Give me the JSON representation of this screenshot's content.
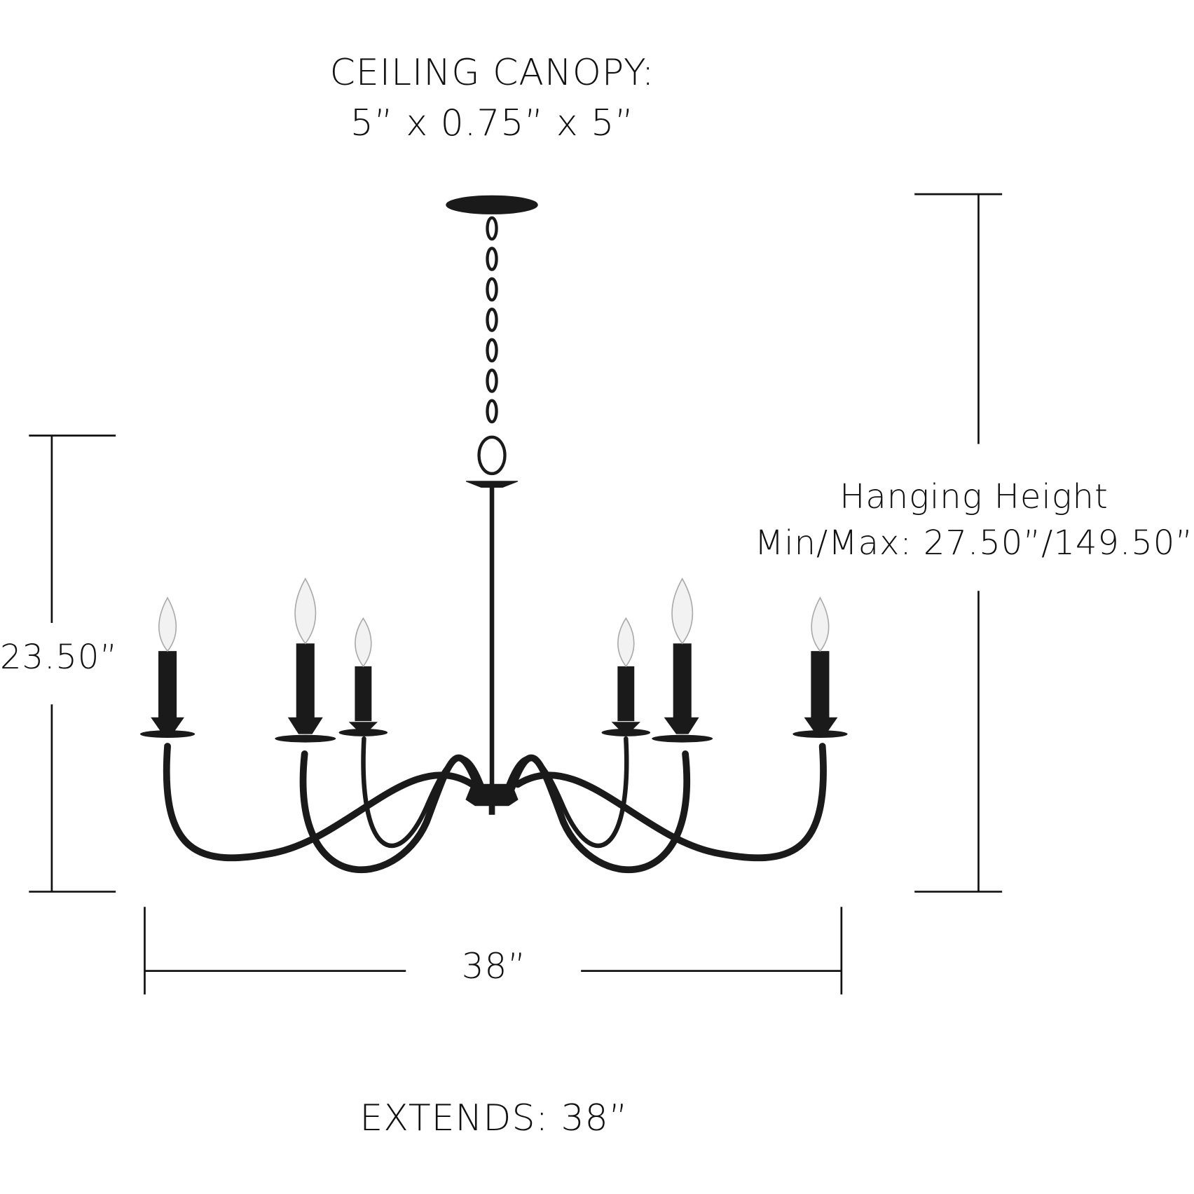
{
  "canopy": {
    "line1": "CEILING CANOPY:",
    "line2": "5” x 0.75” x 5”"
  },
  "hanging_height": {
    "line1": "Hanging Height",
    "line2": "Min/Max: 27.50”/149.50”"
  },
  "height_dimension": "23.50”",
  "width_dimension": "38”",
  "extends": "EXTENDS: 38”",
  "colors": {
    "fixture": "#1a1a1a",
    "line": "#111111",
    "background": "#ffffff"
  }
}
